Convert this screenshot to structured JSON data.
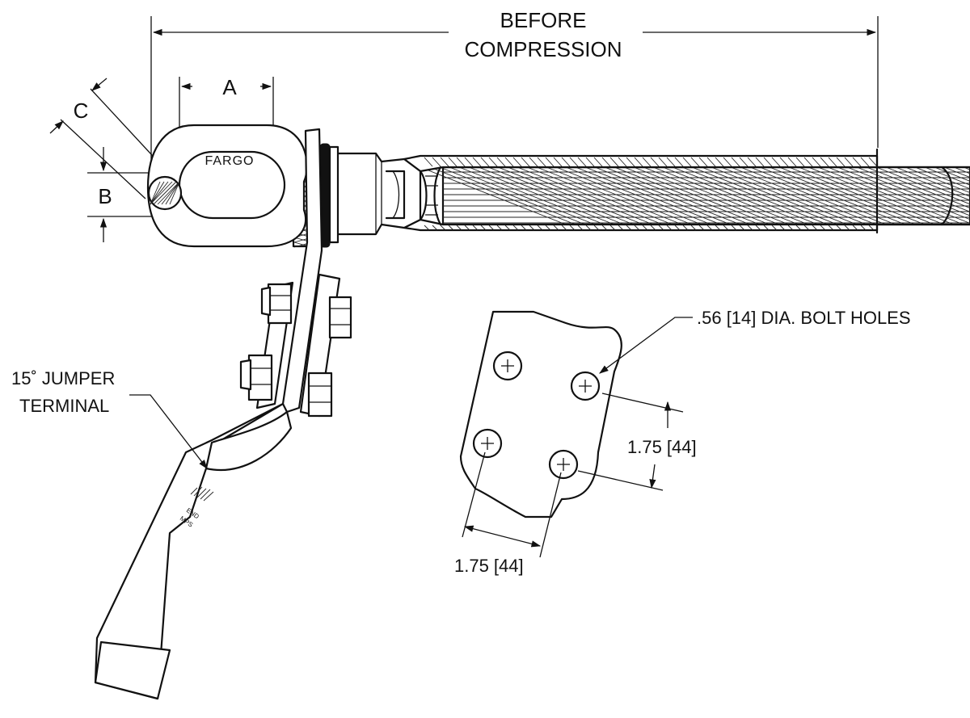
{
  "labels": {
    "before_line1": "BEFORE",
    "before_line2": "COMPRESSION",
    "dim_a": "A",
    "dim_b": "B",
    "dim_c": "C",
    "brand": "FARGO",
    "bolt_holes": ".56 [14] DIA. BOLT HOLES",
    "jumper_line1": "15˚ JUMPER",
    "jumper_line2": "TERMINAL",
    "spacing_vertical": "1.75 [44]",
    "spacing_horizontal": "1.75 [44]",
    "stamp_line1": "END",
    "stamp_line2": "MPS"
  }
}
